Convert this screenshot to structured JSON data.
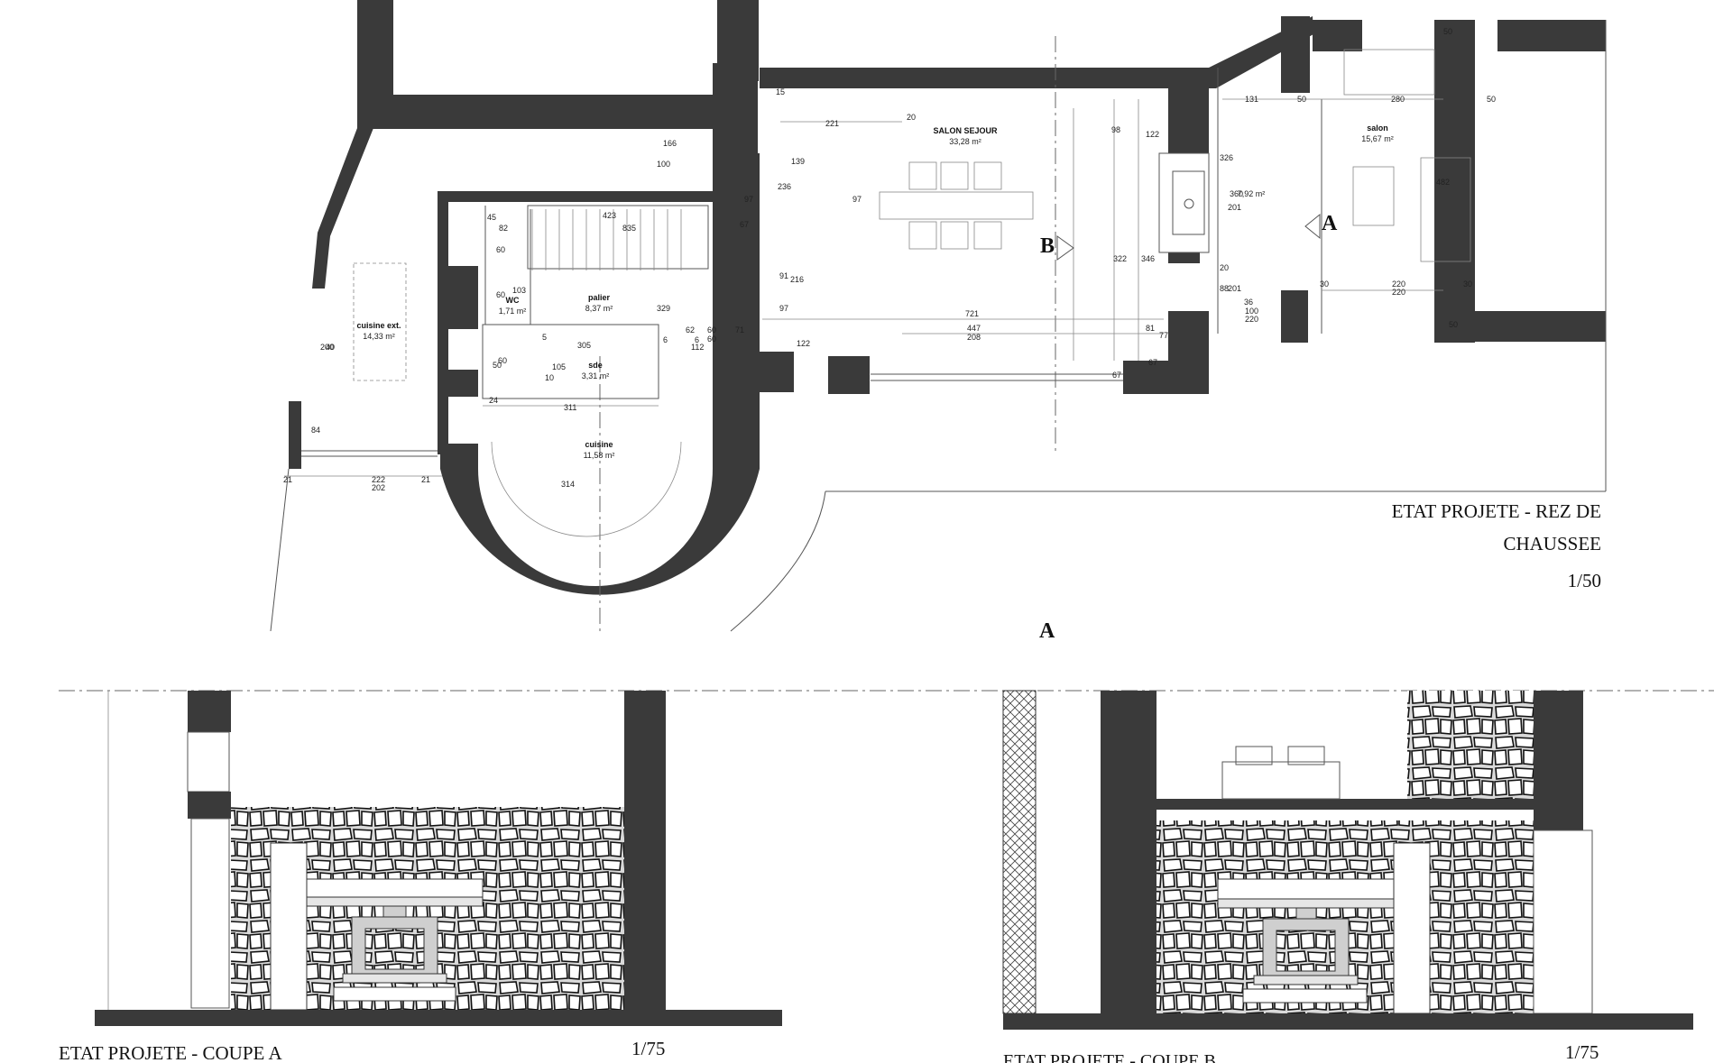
{
  "plan": {
    "title_line1": "ETAT PROJETE - REZ DE",
    "title_line2": "CHAUSSEE",
    "scale": "1/50",
    "section_mark_a": "A",
    "section_mark_b": "B",
    "section_mark_a2": "A",
    "rooms": [
      {
        "name": "SALON SEJOUR",
        "area": "33,28 m²"
      },
      {
        "name": "salon",
        "area": "15,67 m²"
      },
      {
        "name": "",
        "area": "7,92 m²"
      },
      {
        "name": "cuisine ext.",
        "area": "14,33 m²"
      },
      {
        "name": "WC",
        "area": "1,71 m²"
      },
      {
        "name": "palier",
        "area": "8,37 m²"
      },
      {
        "name": "sde",
        "area": "3,31 m²"
      },
      {
        "name": "cuisine",
        "area": "11,58 m²"
      }
    ],
    "dimensions": [
      "221",
      "166",
      "100",
      "139",
      "236",
      "97",
      "97",
      "67",
      "423",
      "835",
      "82",
      "45",
      "60",
      "60",
      "103",
      "105",
      "329",
      "305",
      "10",
      "6",
      "112",
      "311",
      "314",
      "24",
      "50",
      "60",
      "5",
      "216",
      "91",
      "97",
      "62",
      "60",
      "60",
      "71",
      "721",
      "447",
      "208",
      "81",
      "77",
      "122",
      "131",
      "50",
      "280",
      "50",
      "326",
      "201",
      "360",
      "482",
      "20",
      "88",
      "201",
      "36",
      "220",
      "220",
      "30",
      "30",
      "100",
      "220",
      "50",
      "98",
      "122",
      "346",
      "322",
      "67",
      "67",
      "84",
      "200",
      "40",
      "222",
      "202",
      "21",
      "21",
      "6",
      "15",
      "20",
      "50"
    ]
  },
  "coupe_a": {
    "title": "ETAT PROJETE - COUPE A",
    "scale": "1/75"
  },
  "coupe_b": {
    "title": "ETAT PROJETE - COUPE B",
    "scale": "1/75"
  }
}
